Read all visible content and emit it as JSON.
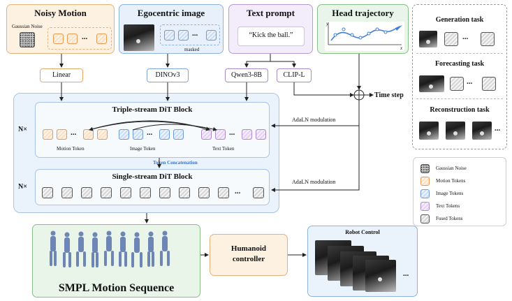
{
  "noisy_motion": {
    "title": "Noisy Motion",
    "gaussian_label": "Gaussian Noise"
  },
  "egocentric": {
    "title": "Egocentric image",
    "masked_label": "masked"
  },
  "text_prompt": {
    "title": "Text prompt",
    "prompt": "“Kick the ball.”"
  },
  "head_trajectory": {
    "title": "Head trajectory",
    "y_axis": "y",
    "x_axis": "x"
  },
  "modules": {
    "linear": "Linear",
    "dino": "DINOv3",
    "qwen": "Qwen3-8B",
    "clip": "CLIP-L"
  },
  "time_step": "Time step",
  "triple_block": {
    "title": "Triple-stream DiT Block",
    "repeat": "N×",
    "motion_label": "Motion Token",
    "image_label": "Image Token",
    "text_label": "Text Token"
  },
  "token_concat": "Token Concatenation",
  "single_block": {
    "title": "Single-stream DiT Block",
    "repeat": "N×"
  },
  "adaln_1": "AdaLN modulation",
  "adaln_2": "AdaLN modulation",
  "smpl": {
    "title": "SMPL Motion Sequence"
  },
  "controller": {
    "line1": "Humanoid",
    "line2": "controller"
  },
  "robot": {
    "title": "Robot Control",
    "ellipsis": "..."
  },
  "tasks": {
    "generation": "Generation task",
    "forecasting": "Forecasting task",
    "reconstruction": "Reconstruction task"
  },
  "legend": [
    {
      "label": "Gaussian Noise",
      "kind": "noise"
    },
    {
      "label": "Motion Tokens",
      "kind": "orange"
    },
    {
      "label": "Image Tokens",
      "kind": "blue"
    },
    {
      "label": "Text Tokens",
      "kind": "purple"
    },
    {
      "label": "Fused Tokens",
      "kind": "gray"
    }
  ],
  "ellipsis": "..."
}
